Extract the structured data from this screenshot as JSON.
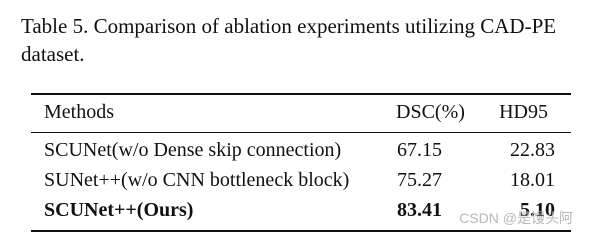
{
  "caption": "Table 5.  Comparison of ablation experiments utilizing CAD-PE dataset.",
  "table": {
    "headers": [
      "Methods",
      "DSC(%)",
      "HD95"
    ],
    "rows": [
      {
        "method": "SCUNet(w/o Dense skip connection)",
        "dsc": "67.15",
        "hd95": "22.83",
        "bold": false
      },
      {
        "method": "SUNet++(w/o CNN bottleneck block)",
        "dsc": "75.27",
        "hd95": "18.01",
        "bold": false
      },
      {
        "method": "SCUNet++(Ours)",
        "dsc": "83.41",
        "hd95": "5.10",
        "bold": true
      }
    ]
  },
  "watermark": "CSDN @是馒头阿"
}
